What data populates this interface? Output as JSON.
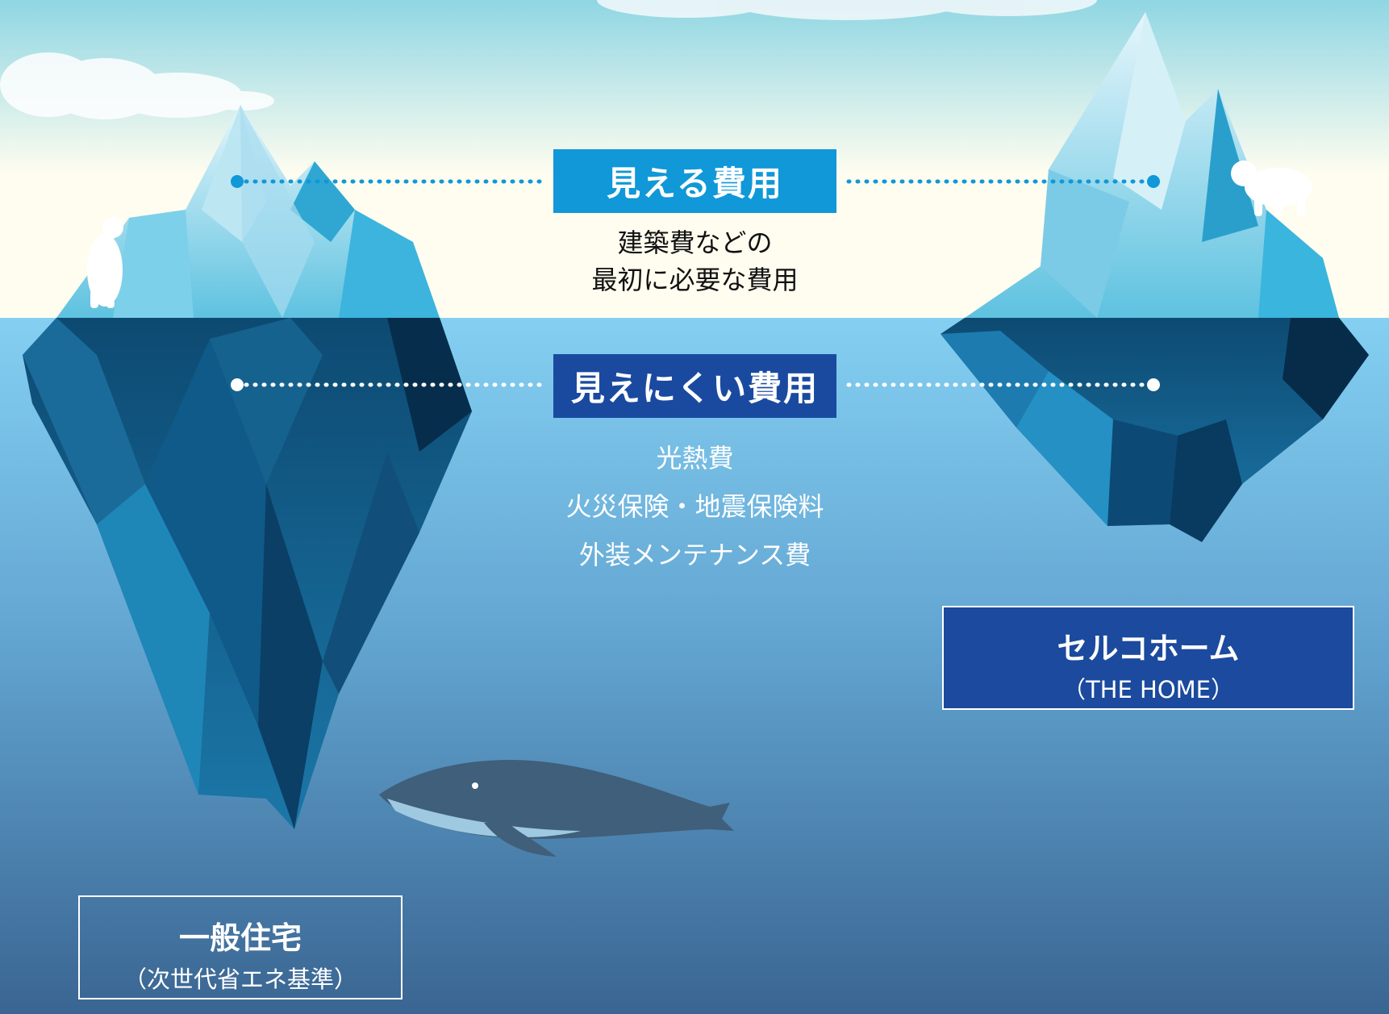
{
  "visible_cost": {
    "label": "見える費用",
    "description": [
      "建築費などの",
      "最初に必要な費用"
    ]
  },
  "hidden_cost": {
    "label": "見えにくい費用",
    "items": [
      "光熱費",
      "火災保険・地震保険料",
      "外装メンテナンス費"
    ]
  },
  "selco_home": {
    "title": "セルコホーム",
    "subtitle": "（THE HOME）"
  },
  "general_home": {
    "title": "一般住宅",
    "subtitle": "（次世代省エネ基準）"
  },
  "colors": {
    "sky_top": "#8fd6e3",
    "sky_bottom": "#fffdf0",
    "sea_top": "#84cff2",
    "sea_bottom": "#3a6592",
    "visible_label_bg": "#1098d8",
    "hidden_label_bg": "#1a4aa0",
    "selco_box_bg": "#1b4a9e",
    "dotted_line": "#1098d8"
  }
}
